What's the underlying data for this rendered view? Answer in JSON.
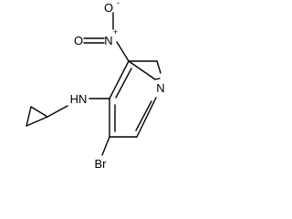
{
  "molecule": {
    "atoms": {
      "nitro_o_top": "O",
      "nitro_o_top_charge": "-",
      "nitro_n": "N",
      "nitro_n_charge": "+",
      "nitro_o_left": "O",
      "amine": "HN",
      "ring_n": "N",
      "bromine": "Br"
    }
  }
}
